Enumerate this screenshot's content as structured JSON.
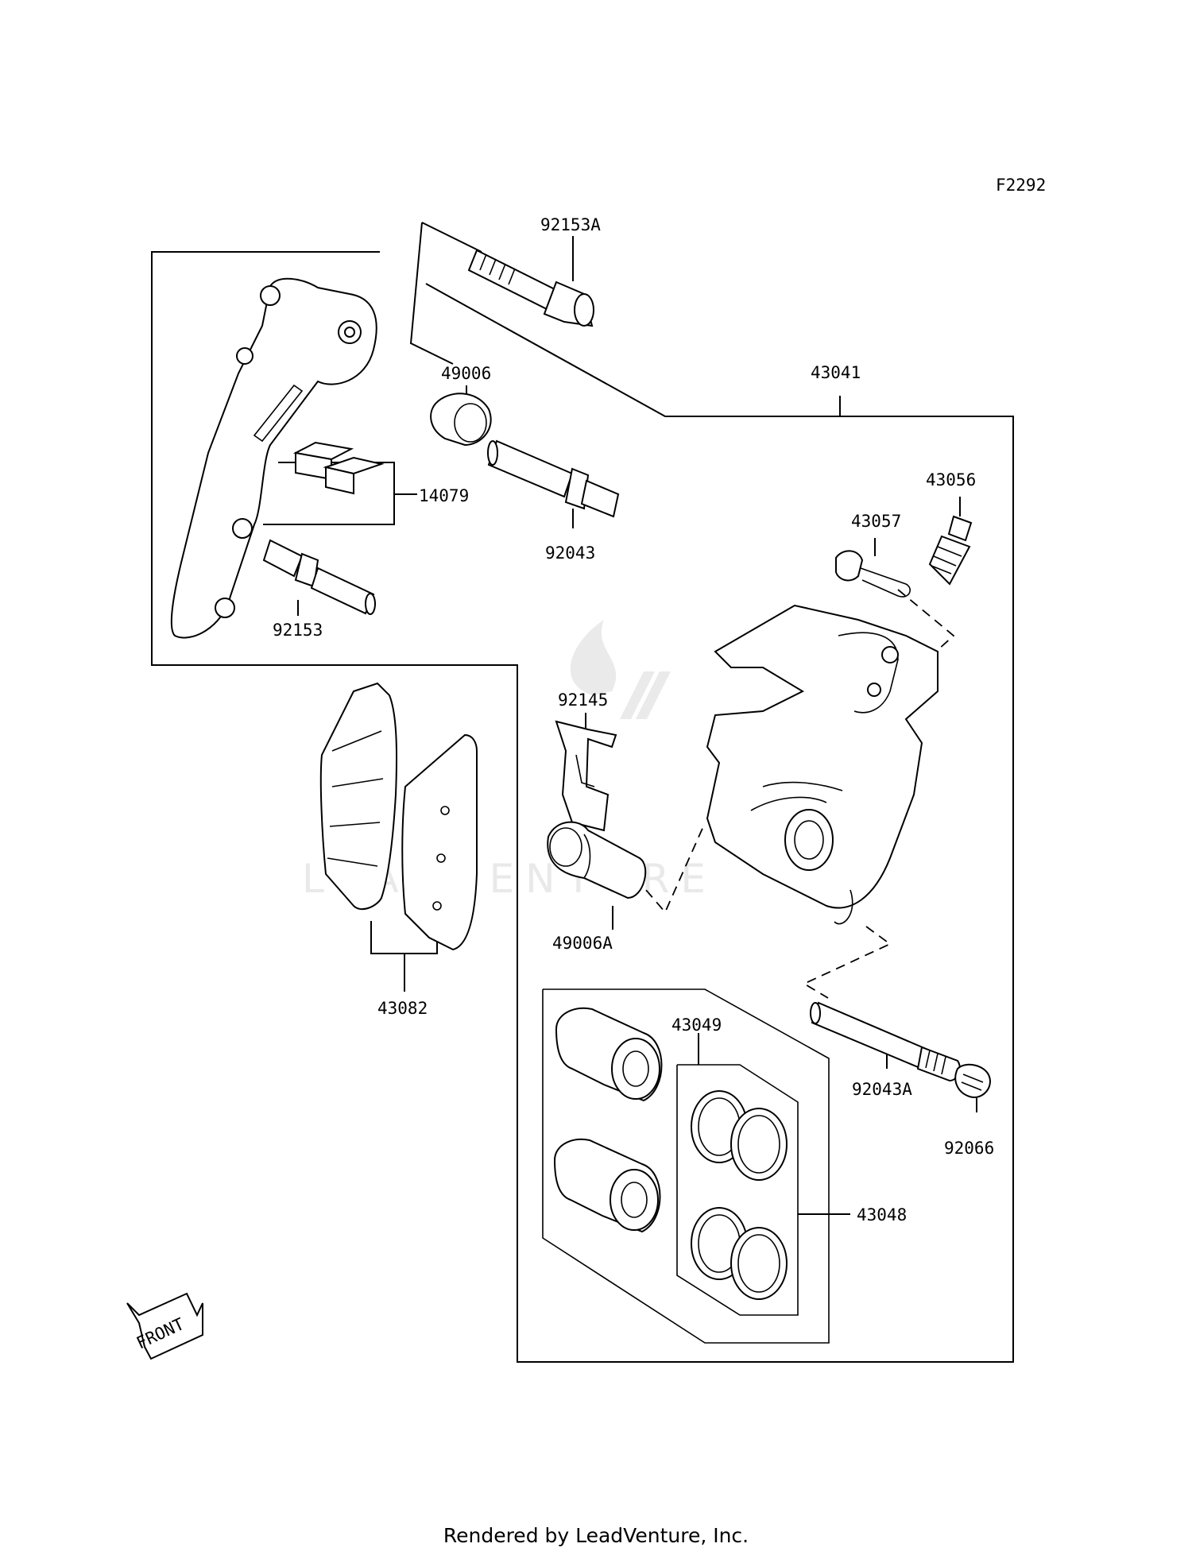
{
  "figure_code": "F2292",
  "footer": "Rendered by LeadVenture, Inc.",
  "watermark": "LEADVENTURE",
  "front_label": "FRONT",
  "parts": {
    "p92153A": "92153A",
    "p49006": "49006",
    "p43041": "43041",
    "p14079": "14079",
    "p43056": "43056",
    "p43057": "43057",
    "p92043": "92043",
    "p92153": "92153",
    "p92145": "92145",
    "p49006A": "49006A",
    "p43082": "43082",
    "p43049": "43049",
    "p92043A": "92043A",
    "p92066": "92066",
    "p43048": "43048"
  }
}
